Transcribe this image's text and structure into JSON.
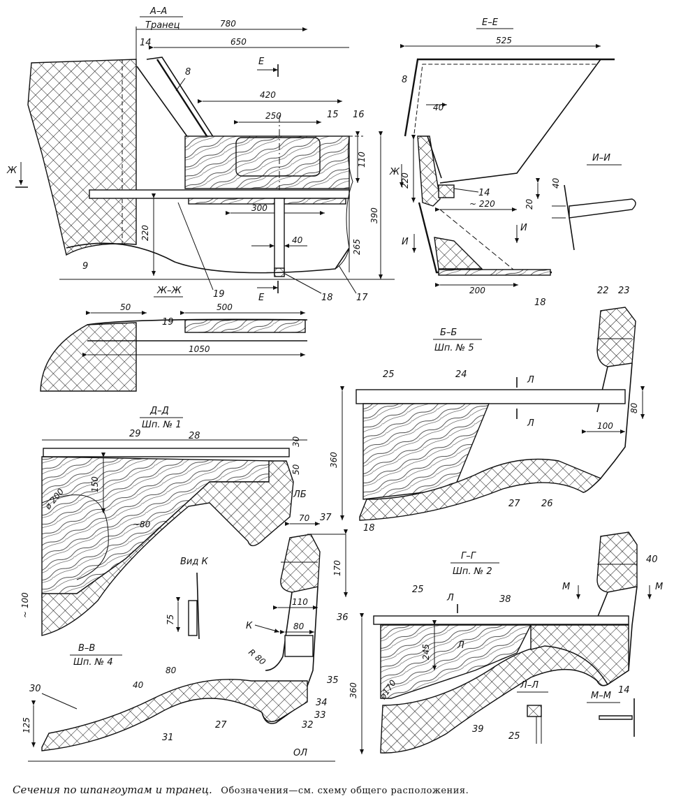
{
  "caption": {
    "main": "Сечения по шпангоутам и транец.",
    "sub": "Обозначения—см. схему общего расположения."
  },
  "sections": {
    "aa": {
      "title": "А–А",
      "subtitle": "Транец"
    },
    "ee": {
      "title": "Е–Е"
    },
    "ii": {
      "title": "И–И"
    },
    "zhzh": {
      "title": "Ж–Ж"
    },
    "bb": {
      "title": "Б–Б",
      "subtitle": "Шп. № 5"
    },
    "dd": {
      "title": "Д–Д",
      "subtitle": "Шп. № 1"
    },
    "vidk": {
      "title": "Вид К"
    },
    "vv": {
      "title": "В–В",
      "subtitle": "Шп. № 4"
    },
    "gg": {
      "title": "Г–Г",
      "subtitle": "Шп. № 2"
    },
    "ll": {
      "title": "Л–Л"
    },
    "mm": {
      "title": "М–М"
    }
  },
  "dims": {
    "d780": "780",
    "d650": "650",
    "d420": "420",
    "d250": "250",
    "d110": "110",
    "d390": "390",
    "d300": "300",
    "d220a": "220",
    "d40a": "40",
    "d265": "265",
    "d525": "525",
    "d40b": "40",
    "d220b": "220",
    "d220c": "~ 220",
    "d20": "20",
    "d200": "200",
    "d40c": "40",
    "d50": "50",
    "d500": "500",
    "d1050": "1050",
    "d360a": "360",
    "d80a": "80",
    "d100a": "100",
    "d30": "30",
    "d50b": "50",
    "d150": "150",
    "d200dia": "ø 200",
    "d80b": "~80",
    "d100b": "~ 100",
    "d70": "70",
    "d170": "170",
    "d110b": "110",
    "d80c": "80",
    "d75": "75",
    "r80": "R 80",
    "d80d": "80",
    "d40d": "40",
    "d125": "125",
    "d360b": "360",
    "d245": "245",
    "d170dia": "ø170"
  },
  "marks": {
    "E1": "Е",
    "E2": "Е",
    "ZH1": "Ж",
    "ZH2": "Ж",
    "I1": "И",
    "I2": "И",
    "L1": "Л",
    "L2": "Л",
    "L3": "Л",
    "L4": "Л",
    "LB": "ЛБ",
    "K": "К",
    "M1": "М",
    "M2": "М",
    "OL": "ОЛ"
  },
  "parts": {
    "p14a": "14",
    "p8a": "8",
    "p15": "15",
    "p16": "16",
    "p9": "9",
    "p19a": "19",
    "p18a": "18",
    "p17": "17",
    "p8b": "8",
    "p14b": "14",
    "p18b": "18",
    "p19b": "19",
    "p22": "22",
    "p23": "23",
    "p25a": "25",
    "p24": "24",
    "p18c": "18",
    "p27a": "27",
    "p26": "26",
    "p29": "29",
    "p28": "28",
    "p37": "37",
    "p36": "36",
    "p35": "35",
    "p34": "34",
    "p33": "33",
    "p32": "32",
    "p30": "30",
    "p40a": "40",
    "p31": "31",
    "p27b": "27",
    "p40b": "40",
    "p25b": "25",
    "p38": "38",
    "p39": "39",
    "p25c": "25",
    "p14c": "14"
  }
}
